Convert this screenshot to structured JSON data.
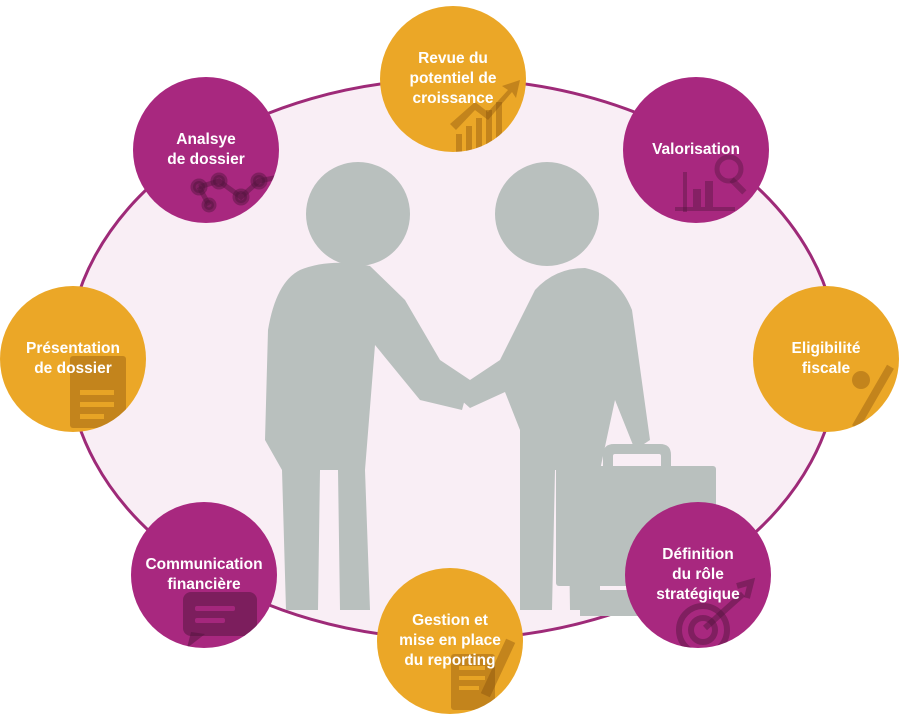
{
  "colors": {
    "magenta": "#a8287f",
    "orange": "#eba727",
    "ring": "#9e2a78",
    "ring_fill": "#f9eef5",
    "figures": "#b9c0be"
  },
  "nodes": [
    {
      "id": "revue",
      "label": "Revue du\npotentiel de\ncroissance",
      "color": "orange",
      "icon": "growth-chart-icon"
    },
    {
      "id": "valorisation",
      "label": "Valorisation",
      "color": "magenta",
      "icon": "magnifier-chart-icon"
    },
    {
      "id": "eligibilite",
      "label": "Eligibilité\nfiscale",
      "color": "orange",
      "icon": "percent-icon"
    },
    {
      "id": "definition",
      "label": "Définition\ndu rôle\nstratégique",
      "color": "magenta",
      "icon": "target-icon"
    },
    {
      "id": "gestion",
      "label": "Gestion et\nmise en place\ndu reporting",
      "color": "orange",
      "icon": "report-pencil-icon"
    },
    {
      "id": "communication",
      "label": "Communication\nfinancière",
      "color": "magenta",
      "icon": "speech-bubble-icon"
    },
    {
      "id": "presentation",
      "label": "Présentation\nde dossier",
      "color": "orange",
      "icon": "document-icon"
    },
    {
      "id": "analyse",
      "label": "Analsye\nde dossier",
      "color": "magenta",
      "icon": "network-graph-icon"
    }
  ]
}
